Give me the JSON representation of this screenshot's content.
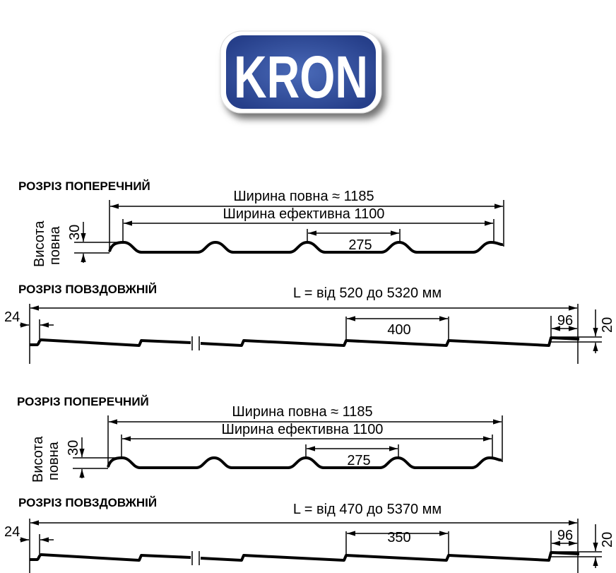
{
  "logo": {
    "text": "KRON",
    "color_blue": "#2f4a96"
  },
  "sections": [
    {
      "type": "cross",
      "title": "РОЗРІЗ ПОПЕРЕЧНИЙ",
      "width_full": "Ширина повна ≈ 1185",
      "width_effective": "Ширина ефективна 1100",
      "pitch": "275",
      "height_label_1": "Висота",
      "height_label_2": "повна",
      "height_value": "30"
    },
    {
      "type": "longitudinal",
      "title": "РОЗРІЗ ПОВЗДОВЖНІЙ",
      "length": "L = від 520 до 5320 мм",
      "start_offset": "24",
      "step": "400",
      "end_offset": "96",
      "step_height": "20"
    },
    {
      "type": "cross",
      "title": "РОЗРІЗ ПОПЕРЕЧНИЙ",
      "width_full": "Ширина повна ≈ 1185",
      "width_effective": "Ширина ефективна 1100",
      "pitch": "275",
      "height_label_1": "Висота",
      "height_label_2": "повна",
      "height_value": "30"
    },
    {
      "type": "longitudinal",
      "title": "РОЗРІЗ ПОВЗДОВЖНІЙ",
      "length": "L = від  470 до 5370 мм",
      "start_offset": "24",
      "step": "350",
      "end_offset": "96",
      "step_height": "20"
    }
  ]
}
